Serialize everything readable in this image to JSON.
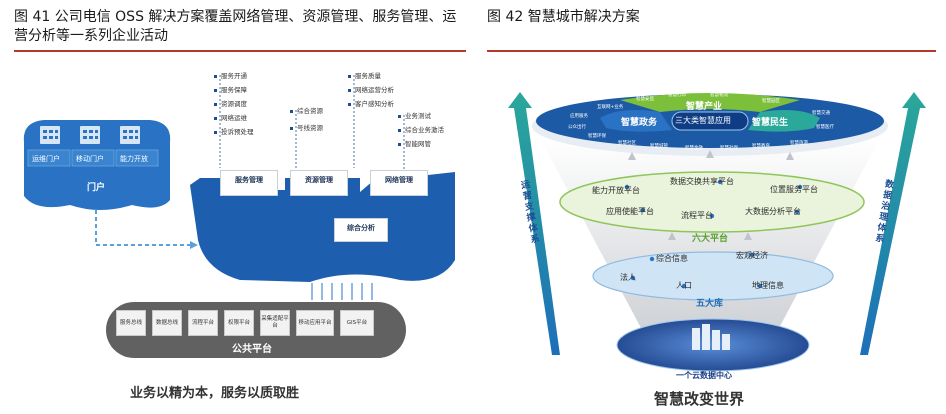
{
  "figures": {
    "fig41_title": "图 41 公司电信 OSS 解决方案覆盖网络管理、资源管理、服务管理、运营分析等一系列企业活动",
    "fig42_title": "图 42 智慧城市解决方案"
  },
  "left": {
    "portal": {
      "title": "门户",
      "items": [
        "运维门户",
        "移动门户",
        "能力开放"
      ]
    },
    "service_mgmt": {
      "label": "服务管理",
      "bullets": [
        "服务开通",
        "服务保障",
        "资源调度",
        "网络运维",
        "投诉预处理"
      ]
    },
    "resource_mgmt": {
      "label": "资源管理",
      "bullets": [
        "综合资源",
        "号线资源"
      ]
    },
    "network_mgmt": {
      "label": "网络管理",
      "bullets": [
        "服务质量",
        "网络运营分析",
        "客户感知分析"
      ]
    },
    "analysis": {
      "label": "综合分析",
      "bullets": [
        "业务测试",
        "综合业务激活",
        "智能网管"
      ]
    },
    "platform": {
      "label": "公共平台",
      "items": [
        "服务总线",
        "数据总线",
        "流程平台",
        "权限平台",
        "采集适配平台",
        "移动应用平台",
        "GIS平台"
      ]
    },
    "slogan": "业务以精为本，服务以质取胜"
  },
  "right": {
    "top": {
      "center": "三大类智慧应用",
      "industry": "智慧产业",
      "government": "智慧政务",
      "livelihood": "智慧民生",
      "small_items": [
        "互联网+业务",
        "应用服务",
        "公众出行",
        "智慧环保",
        "智慧社区",
        "智慧城管",
        "智慧打印",
        "智慧物流",
        "智慧园区",
        "智慧交通",
        "智慧医疗",
        "智慧教育",
        "智慧旅游",
        "智慧社保",
        "智慧金融",
        "智慧安监"
      ]
    },
    "six_platforms": {
      "title": "六大平台",
      "items": [
        "能力开放平台",
        "数据交换共享平台",
        "位置服务平台",
        "应用使能平台",
        "流程平台",
        "大数据分析平台"
      ]
    },
    "five_libs": {
      "title": "五大库",
      "items": [
        "综合信息",
        "宏观经济",
        "法人",
        "人口",
        "地理信息"
      ]
    },
    "cloud": "一个云数据中心",
    "left_axis": "运营支撑体系",
    "right_axis": "数据治理体系",
    "slogan": "智慧改变世界"
  },
  "colors": {
    "rule": "#b53a2e",
    "navy": "#1d4f91",
    "blue": "#2a73c4",
    "light_blue": "#9cc7ec",
    "green": "#7cbf3b",
    "teal": "#2aa89a",
    "gray": "#a7a9ac"
  }
}
